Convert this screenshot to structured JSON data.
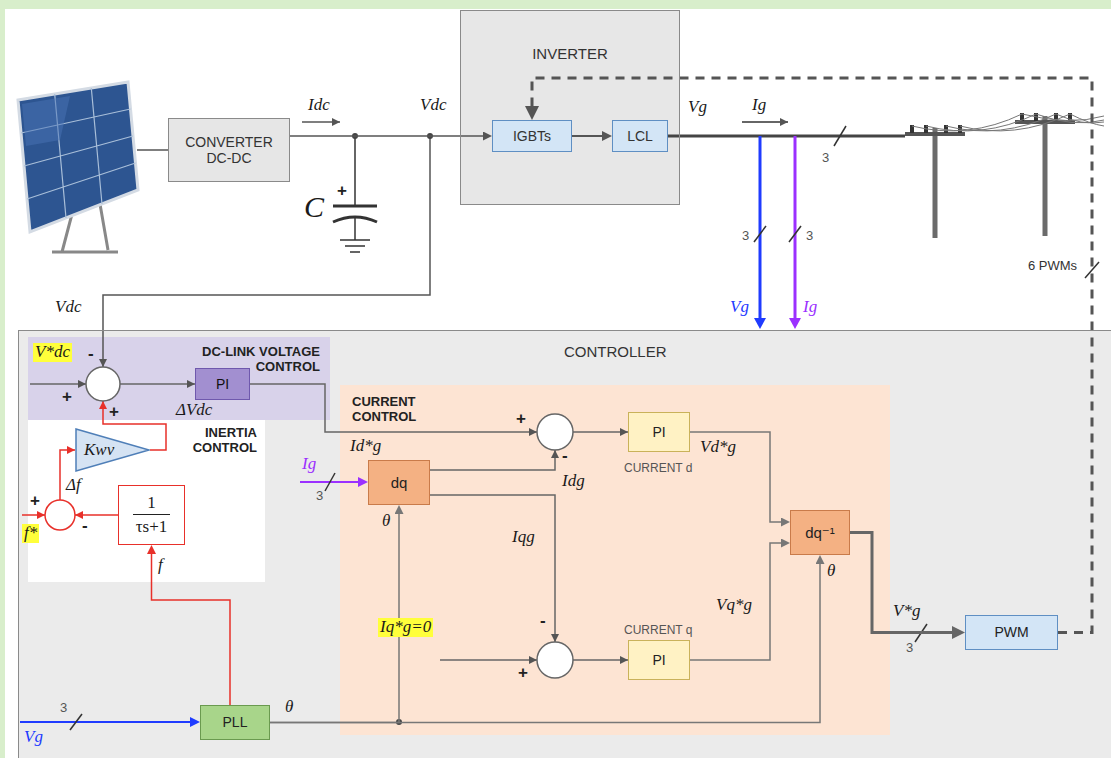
{
  "diagram": {
    "nodes": [
      {
        "text": [
          "CONVERTER DC-DC"
        ]
      },
      {
        "text": [
          "INVERTER"
        ]
      },
      {
        "text": [
          "IGBTs"
        ],
        "in": 1
      },
      {
        "text": [
          "LCL"
        ],
        "in": 1
      },
      {
        "text": [
          "CONTROLLER"
        ]
      },
      {
        "text": [
          "DC-LINK VOLTAGE CONTROL"
        ],
        "in": 4
      },
      {
        "text": [
          "PI"
        ],
        "in": 5
      },
      {
        "text": [
          "INERTIA CONTROL"
        ],
        "in": 4
      },
      {
        "text": [
          "Kwv"
        ],
        "in": 7
      },
      {
        "text": [
          "1",
          "τs+1"
        ],
        "in": 7
      },
      {
        "text": [
          "CURRENT CONTROL"
        ],
        "in": 4
      },
      {
        "text": [
          "dq"
        ],
        "in": 10
      },
      {
        "text": [
          "PI"
        ],
        "in": 10
      },
      {
        "text": [
          "PI"
        ],
        "in": 10
      },
      {
        "text": [
          "dq⁻¹"
        ],
        "in": 10
      },
      {
        "text": [
          "PWM"
        ],
        "in": 4
      },
      {
        "text": [
          "PLL"
        ],
        "in": 4
      }
    ],
    "edges": [
      {
        "from": 0,
        "to": 2,
        "arrow": "to"
      },
      {
        "from": 2,
        "to": 3,
        "arrow": "to"
      },
      {
        "from": 15,
        "to": 2,
        "arrow": "to"
      },
      {
        "from": 12,
        "to": 14,
        "arrow": "to"
      },
      {
        "from": 13,
        "to": 14,
        "arrow": "to"
      },
      {
        "from": 14,
        "to": 15,
        "arrow": "to"
      },
      {
        "from": 16,
        "to": 11,
        "arrow": "to"
      },
      {
        "from": 16,
        "to": 14,
        "arrow": "to"
      },
      {
        "from": 16,
        "to": 9,
        "arrow": "to"
      }
    ],
    "labels": [
      "Idc",
      "Vdc",
      "C",
      "+",
      "Vg",
      "Ig",
      "3",
      "3",
      "3",
      "Vg",
      "Ig",
      "6 PWMs",
      "Vdc",
      "V*dc",
      "-",
      "+",
      "+",
      "ΔVdc",
      "Δf",
      "+",
      "-",
      "f*",
      "f",
      "Id*g",
      "+",
      "-",
      "Idg",
      "-",
      "Iqg",
      "Iq*g=0",
      "+",
      "Ig",
      "3",
      "CURRENT d",
      "Vd*g",
      "CURRENT q",
      "Vq*g",
      "θ",
      "θ",
      "V*g",
      "3",
      "θ",
      "3",
      "Vg"
    ]
  }
}
